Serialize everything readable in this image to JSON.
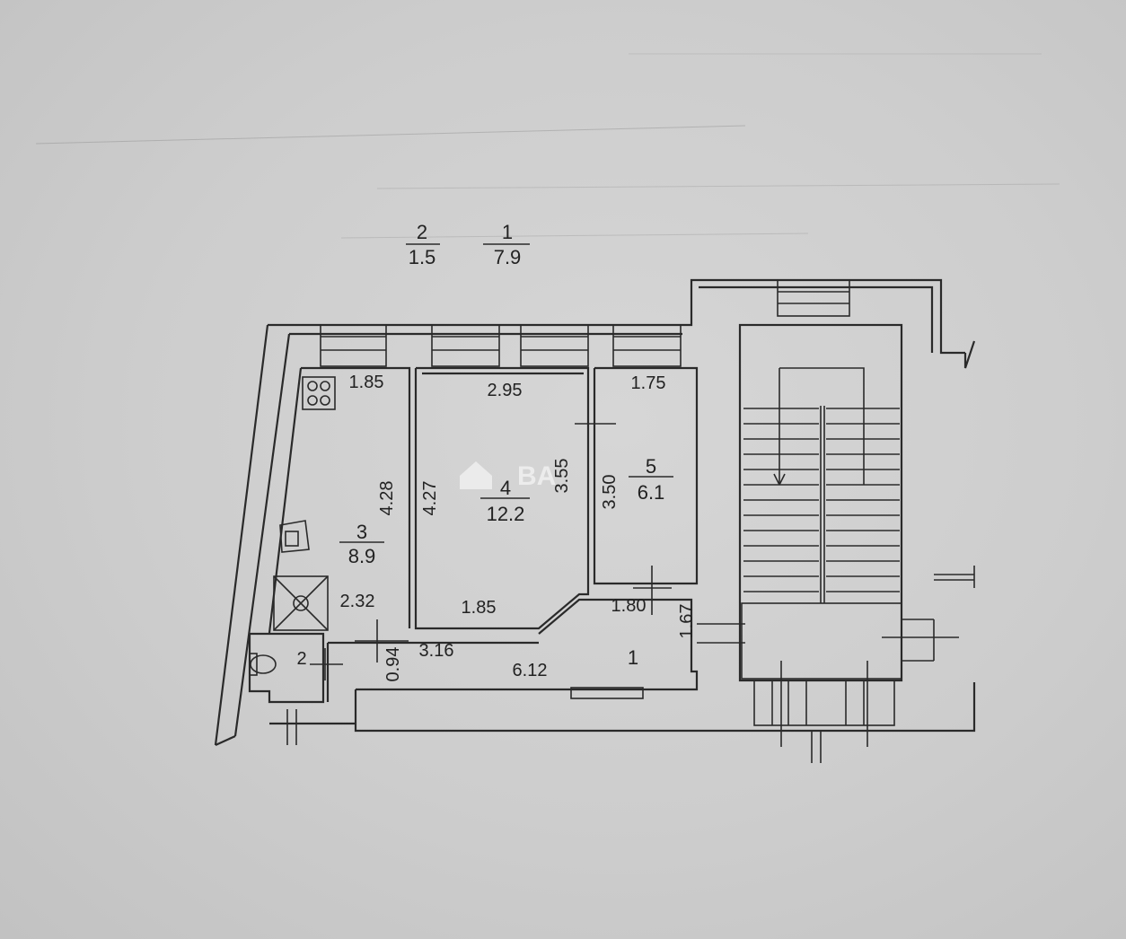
{
  "fractions": [
    {
      "num": "2",
      "den": "1.5"
    },
    {
      "num": "1",
      "den": "7.9"
    }
  ],
  "rooms": {
    "r3": {
      "num": "3",
      "area": "8.9"
    },
    "r4": {
      "num": "4",
      "area": "12.2"
    },
    "r5": {
      "num": "5",
      "area": "6.1"
    },
    "r1": {
      "label": "1"
    },
    "r2": {
      "label": "2"
    }
  },
  "dimensions": {
    "d185_top": "1.85",
    "d295": "2.95",
    "d175": "1.75",
    "d428": "4.28",
    "d427": "4.27",
    "d355": "3.55",
    "d350": "3.50",
    "d232": "2.32",
    "d185_bottom": "1.85",
    "d180": "1.80",
    "d167": "1.67",
    "d094": "0.94",
    "d316": "3.16",
    "d612": "6.12"
  },
  "watermark": "BA"
}
